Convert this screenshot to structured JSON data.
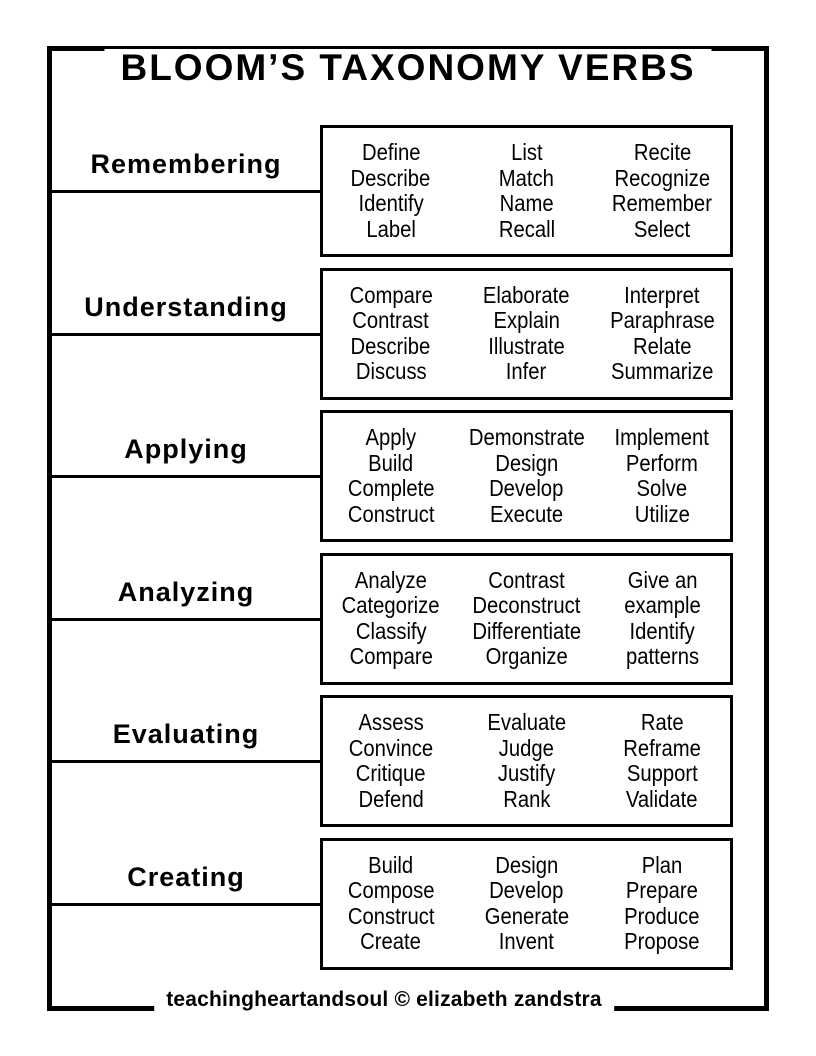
{
  "title": "BLOOM’S TAXONOMY VERBS",
  "footer": "teachingheartandsoul © elizabeth zandstra",
  "colors": {
    "ink": "#000000",
    "background": "#ffffff"
  },
  "sections": [
    {
      "label": "Remembering",
      "columns": [
        [
          "Define",
          "Describe",
          "Identify",
          "Label"
        ],
        [
          "List",
          "Match",
          "Name",
          "Recall"
        ],
        [
          "Recite",
          "Recognize",
          "Remember",
          "Select"
        ]
      ]
    },
    {
      "label": "Understanding",
      "columns": [
        [
          "Compare",
          "Contrast",
          "Describe",
          "Discuss"
        ],
        [
          "Elaborate",
          "Explain",
          "Illustrate",
          "Infer"
        ],
        [
          "Interpret",
          "Paraphrase",
          "Relate",
          "Summarize"
        ]
      ]
    },
    {
      "label": "Applying",
      "columns": [
        [
          "Apply",
          "Build",
          "Complete",
          "Construct"
        ],
        [
          "Demonstrate",
          "Design",
          "Develop",
          "Execute"
        ],
        [
          "Implement",
          "Perform",
          "Solve",
          "Utilize"
        ]
      ]
    },
    {
      "label": "Analyzing",
      "columns": [
        [
          "Analyze",
          "Categorize",
          "Classify",
          "Compare"
        ],
        [
          "Contrast",
          "Deconstruct",
          "Differentiate",
          "Organize"
        ],
        [
          "Give an",
          "example",
          "Identify",
          "patterns"
        ]
      ]
    },
    {
      "label": "Evaluating",
      "columns": [
        [
          "Assess",
          "Convince",
          "Critique",
          "Defend"
        ],
        [
          "Evaluate",
          "Judge",
          "Justify",
          "Rank"
        ],
        [
          "Rate",
          "Reframe",
          "Support",
          "Validate"
        ]
      ]
    },
    {
      "label": "Creating",
      "columns": [
        [
          "Build",
          "Compose",
          "Construct",
          "Create"
        ],
        [
          "Design",
          "Develop",
          "Generate",
          "Invent"
        ],
        [
          "Plan",
          "Prepare",
          "Produce",
          "Propose"
        ]
      ]
    }
  ]
}
